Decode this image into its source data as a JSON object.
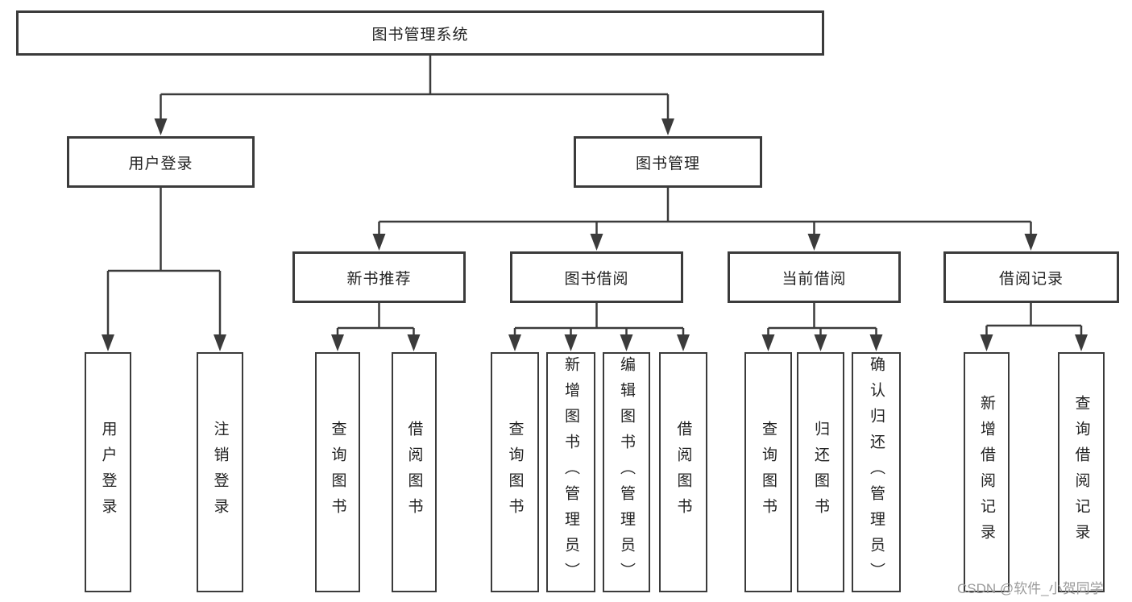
{
  "diagram": {
    "title": "图书管理系统",
    "root": {
      "label": "图书管理系统"
    },
    "user_login": {
      "label": "用户登录",
      "children": [
        {
          "label": "用户登录"
        },
        {
          "label": "注销登录"
        }
      ]
    },
    "book_mgmt": {
      "label": "图书管理",
      "groups": [
        {
          "label": "新书推荐",
          "children": [
            {
              "label": "查询图书"
            },
            {
              "label": "借阅图书"
            }
          ]
        },
        {
          "label": "图书借阅",
          "children": [
            {
              "label": "查询图书"
            },
            {
              "label": "新增图书（管理员）"
            },
            {
              "label": "编辑图书（管理员）"
            },
            {
              "label": "借阅图书"
            }
          ]
        },
        {
          "label": "当前借阅",
          "children": [
            {
              "label": "查询图书"
            },
            {
              "label": "归还图书"
            },
            {
              "label": "确认归还（管理员）"
            }
          ]
        },
        {
          "label": "借阅记录",
          "children": [
            {
              "label": "新增借阅记录"
            },
            {
              "label": "查询借阅记录"
            }
          ]
        }
      ]
    }
  },
  "watermark": {
    "text": "CSDN @软件_小贺同学"
  },
  "colors": {
    "line": "#3b3b3b",
    "box_border": "#3b3b3b",
    "box_fill": "#ffffff",
    "text": "#222222",
    "watermark": "#9b9b9b",
    "background": "#ffffff"
  }
}
